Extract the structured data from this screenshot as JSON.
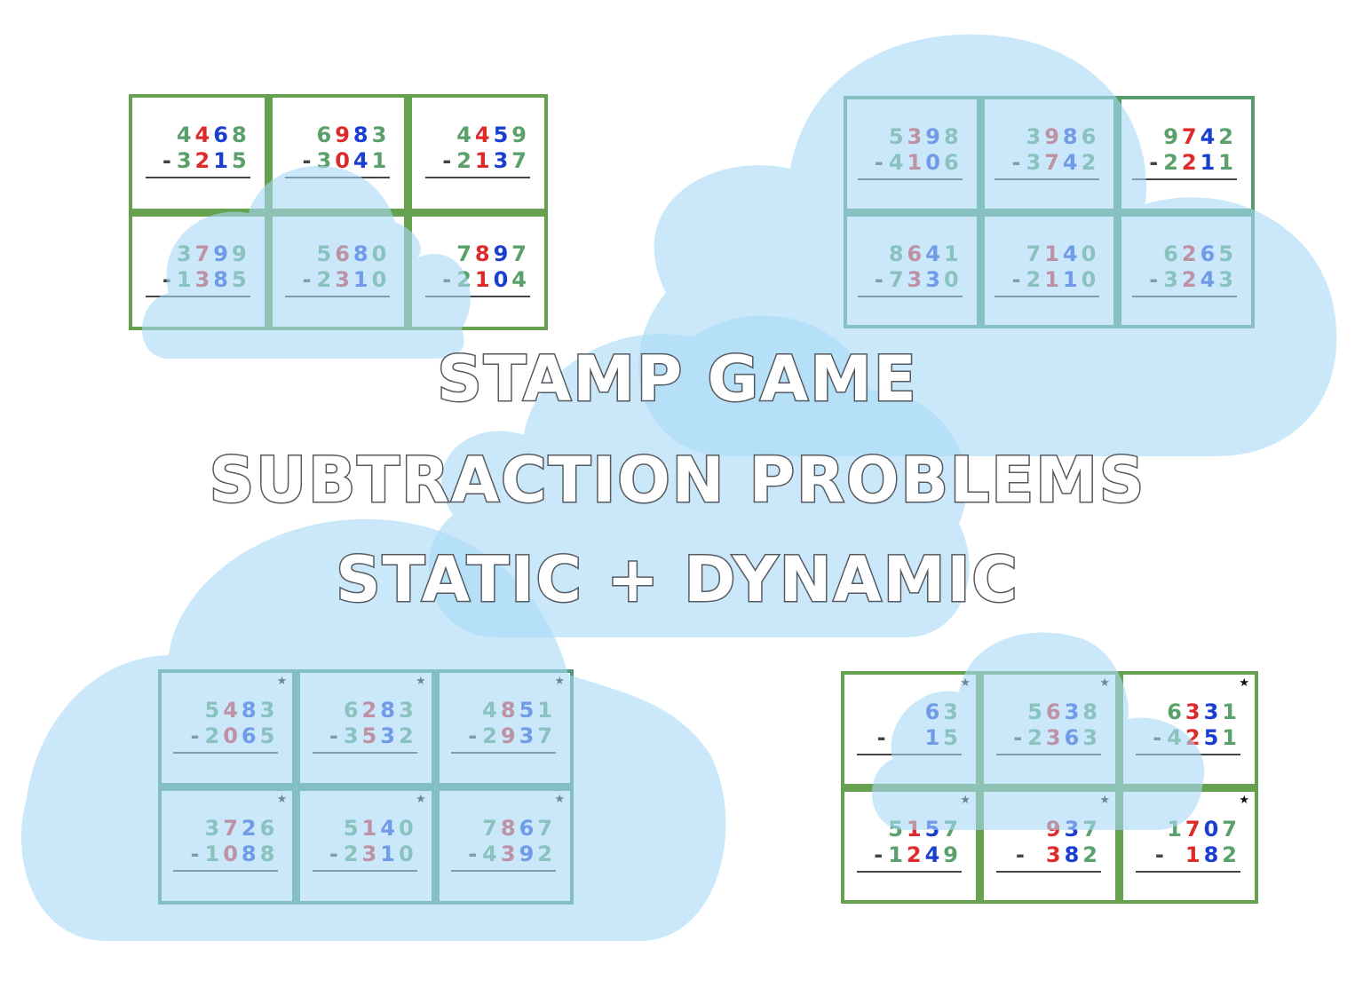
{
  "title": {
    "line1": "STAMP GAME",
    "line2": "SUBTRACTION PROBLEMS",
    "line3": "STATIC + DYNAMIC"
  },
  "colors": {
    "units": "#5aa06a",
    "tens": "#1a3fd0",
    "hundreds": "#dd2a2a",
    "thousands": "#5aa06a",
    "frame_green": "#66a150",
    "frame_teal": "#4f9a7a",
    "cloud": "#bfe2f8"
  },
  "sheets": [
    {
      "id": "static-1",
      "stars": false,
      "problems": [
        {
          "top": "4468",
          "bottom": "3215"
        },
        {
          "top": "6983",
          "bottom": "3041"
        },
        {
          "top": "4459",
          "bottom": "2137"
        },
        {
          "top": "3799",
          "bottom": "1385"
        },
        {
          "top": "5680",
          "bottom": "2310"
        },
        {
          "top": "7897",
          "bottom": "2104"
        }
      ]
    },
    {
      "id": "static-2",
      "stars": false,
      "problems": [
        {
          "top": "5398",
          "bottom": "4106"
        },
        {
          "top": "3986",
          "bottom": "3742"
        },
        {
          "top": "9742",
          "bottom": "2211"
        },
        {
          "top": "8641",
          "bottom": "7330"
        },
        {
          "top": "7140",
          "bottom": "2110"
        },
        {
          "top": "6265",
          "bottom": "3243"
        }
      ]
    },
    {
      "id": "dynamic-1",
      "stars": true,
      "problems": [
        {
          "top": "5483",
          "bottom": "2065"
        },
        {
          "top": "6283",
          "bottom": "3532"
        },
        {
          "top": "4851",
          "bottom": "2937"
        },
        {
          "top": "3726",
          "bottom": "1088"
        },
        {
          "top": "5140",
          "bottom": "2310"
        },
        {
          "top": "7867",
          "bottom": "4392"
        }
      ]
    },
    {
      "id": "dynamic-2",
      "stars": true,
      "problems": [
        {
          "top": "63",
          "bottom": "15"
        },
        {
          "top": "5638",
          "bottom": "2363"
        },
        {
          "top": "6331",
          "bottom": "4251"
        },
        {
          "top": "5157",
          "bottom": "1249"
        },
        {
          "top": "937",
          "bottom": "382"
        },
        {
          "top": "1707",
          "bottom": "182"
        }
      ]
    }
  ],
  "star_symbol": "★",
  "minus_symbol": "-"
}
